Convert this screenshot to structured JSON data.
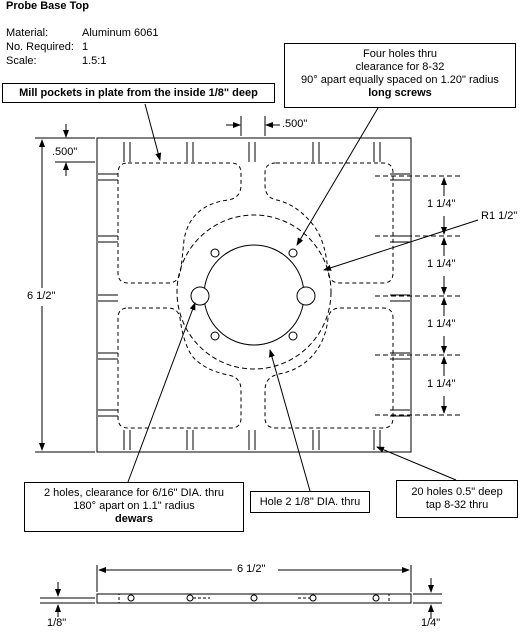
{
  "title": "Probe Base Top",
  "specs": [
    {
      "label": "Material:",
      "value": "Aluminum 6061"
    },
    {
      "label": "No. Required:",
      "value": "1"
    },
    {
      "label": "Scale:",
      "value": "1.5:1"
    }
  ],
  "callouts": {
    "mill_pockets": "Mill pockets in plate from the inside 1/8\" deep",
    "four_holes": {
      "line1": "Four holes thru",
      "line2": "clearance for 8-32",
      "line3": "90° apart equally  spaced on 1.20\" radius",
      "line4": "long screws"
    },
    "two_holes": {
      "line1": "2 holes, clearance for 6/16\" DIA. thru",
      "line2": "180° apart on 1.1\" radius",
      "line3": "dewars"
    },
    "center_hole": "Hole 2 1/8\" DIA. thru",
    "tapped_holes": {
      "line1": "20 holes 0.5\" deep",
      "line2": "tap 8-32 thru"
    }
  },
  "dimensions": {
    "rib_width": ".500\"",
    "edge_margin": ".500\"",
    "plate_height": "6 1/2\"",
    "plate_width": "6 1/2\"",
    "radius": "R1 1/2\"",
    "spacing": [
      "1 1/4\"",
      "1 1/4\"",
      "1 1/4\"",
      "1 1/4\""
    ],
    "side_thickness_left": "1/8\"",
    "side_thickness_right": "1/4\""
  }
}
